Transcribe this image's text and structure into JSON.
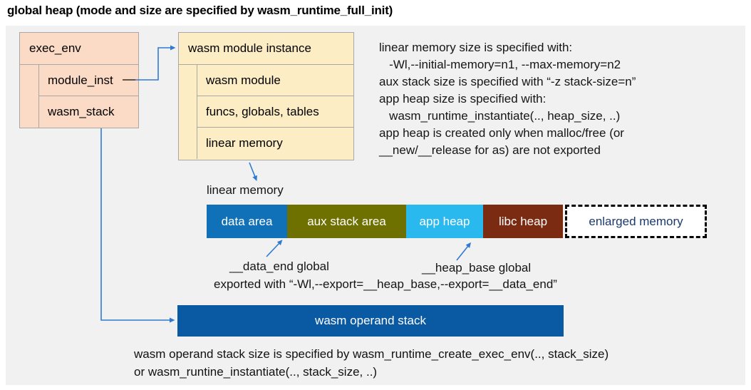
{
  "title": "global heap (mode and size are specified by wasm_runtime_full_init)",
  "exec_env": {
    "header": "exec_env",
    "rows": [
      {
        "label": "module_inst"
      },
      {
        "label": "wasm_stack"
      }
    ]
  },
  "module_instance": {
    "header": "wasm module instance",
    "rows": [
      {
        "label": "wasm module"
      },
      {
        "label": "funcs, globals, tables"
      },
      {
        "label": "linear memory"
      }
    ]
  },
  "notes": {
    "lines": [
      "linear memory size is specified with:",
      "   -Wl,--initial-memory=n1, --max-memory=n2",
      "aux stack size is specified with “-z stack-size=n”",
      "app heap size is specified with:",
      "   wasm_runtime_instantiate(.., heap_size, ..)",
      "app heap is created only when malloc/free (or",
      "__new/__release for as) are not exported"
    ]
  },
  "linear_memory": {
    "caption": "linear memory",
    "segments": [
      {
        "label": "data area",
        "color": "#1070b8",
        "text_color": "#ffffff"
      },
      {
        "label": "aux stack area",
        "color": "#6e7000",
        "text_color": "#ffffff"
      },
      {
        "label": "app heap",
        "color": "#29b9ee",
        "text_color": "#ffffff"
      },
      {
        "label": "libc heap",
        "color": "#7b2b12",
        "text_color": "#ffffff"
      },
      {
        "label": "enlarged memory",
        "color": "#ffffff",
        "text_color": "#1b3a6b",
        "border": "dashed"
      }
    ]
  },
  "annotations": {
    "data_end": "__data_end global",
    "heap_base": "__heap_base global",
    "export_line": "exported with “-Wl,--export=__heap_base,--export=__data_end”"
  },
  "operand_stack": {
    "label": "wasm operand stack",
    "color": "#0a5aa3"
  },
  "footer": {
    "lines": [
      "wasm operand stack size is specified by wasm_runtime_create_exec_env(.., stack_size)",
      "or wasm_runtine_instantiate(.., stack_size, ..)"
    ]
  },
  "colors": {
    "canvas_background": "#f1f1f1",
    "exec_env_fill": "#fbdbc6",
    "module_instance_fill": "#fdedc4",
    "arrow_accent": "#2f7ad0",
    "box_border": "#a8a8a8"
  }
}
